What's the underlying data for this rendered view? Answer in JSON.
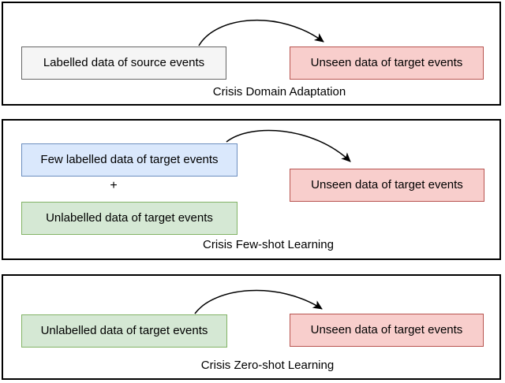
{
  "figure": {
    "type": "three-panel comparison diagram of crisis learning settings"
  },
  "colors": {
    "background": "#ffffff",
    "panel_border": "#000000",
    "arrow": "#000000",
    "gray_fill": "#f5f5f5",
    "gray_stroke": "#666666",
    "blue_fill": "#dae8fc",
    "blue_stroke": "#6c8ebf",
    "green_fill": "#d5e8d4",
    "green_stroke": "#82b366",
    "red_fill": "#f8cecc",
    "red_stroke": "#b85450"
  },
  "panels": [
    {
      "caption": "Crisis Domain Adaptation",
      "plus": null,
      "boxes": [
        {
          "label": "Labelled data of source events",
          "variant": "gray"
        },
        {
          "label": "Unseen data of target events",
          "variant": "red"
        }
      ],
      "arrow": {
        "from": "Labelled data of source events",
        "to": "Unseen data of target events"
      }
    },
    {
      "caption": "Crisis Few-shot Learning",
      "plus": "+",
      "boxes": [
        {
          "label": "Few labelled data of target events",
          "variant": "blue"
        },
        {
          "label": "Unlabelled data of target events",
          "variant": "green"
        },
        {
          "label": "Unseen data of target events",
          "variant": "red"
        }
      ],
      "arrow": {
        "from": "Few labelled data of target events",
        "to": "Unseen data of target events"
      }
    },
    {
      "caption": "Crisis Zero-shot Learning",
      "plus": null,
      "boxes": [
        {
          "label": "Unlabelled data of target events",
          "variant": "green"
        },
        {
          "label": "Unseen data of target events",
          "variant": "red"
        }
      ],
      "arrow": {
        "from": "Unlabelled data of target events",
        "to": "Unseen data of target events"
      }
    }
  ]
}
